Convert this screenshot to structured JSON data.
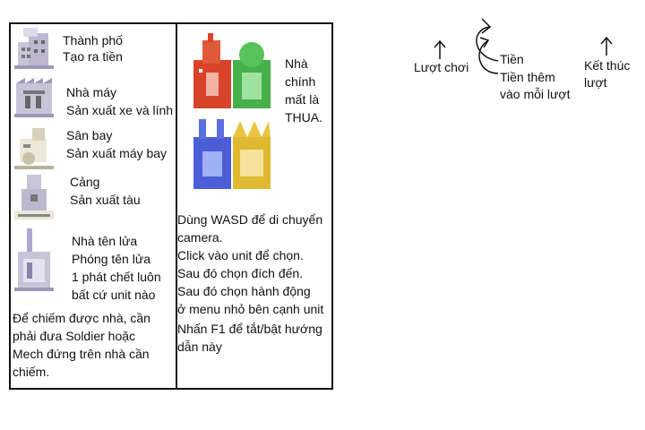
{
  "buildings": [
    {
      "name": "Thành phố",
      "desc": "Tạo ra tiền"
    },
    {
      "name": "Nhà máy",
      "desc": "Sản xuất xe và lính"
    },
    {
      "name": "Sân bay",
      "desc": "Sản xuất máy bay"
    },
    {
      "name": "Cảng",
      "desc": "Sản xuất tàu"
    },
    {
      "name": "Nhà tên lửa",
      "desc": "Phóng tên lửa\n1 phát chết luôn\nbất cứ unit nào"
    }
  ],
  "capture_note": "Để chiếm được nhà, cần\nphải đưa Soldier hoặc\nMech đứng trên nhà cần\nchiếm.",
  "hq_note": "Nhà\nchính\nmất là\nTHUA.",
  "instructions": [
    "Dùng WASD để di chuyển\ncamera.",
    "Click vào unit để chọn.",
    "Sau đó chọn đích đến.",
    "Sau đó chọn hành động\nở menu nhỏ bên cạnh unit",
    "Nhấn F1 để tắt/bật hướng\ndẫn này"
  ],
  "hud_labels": {
    "turn": "Lượt chơi",
    "money": "Tiền",
    "income": "Tiền thêm\nvào mỗi lượt",
    "end_turn": "Kết thúc\nlượt"
  },
  "colors": {
    "hq_red": "#d9432a",
    "hq_green": "#46b04a",
    "hq_blue": "#4a5fd6",
    "hq_yellow": "#e0b832",
    "neutral_building": "#c8c4d8"
  }
}
